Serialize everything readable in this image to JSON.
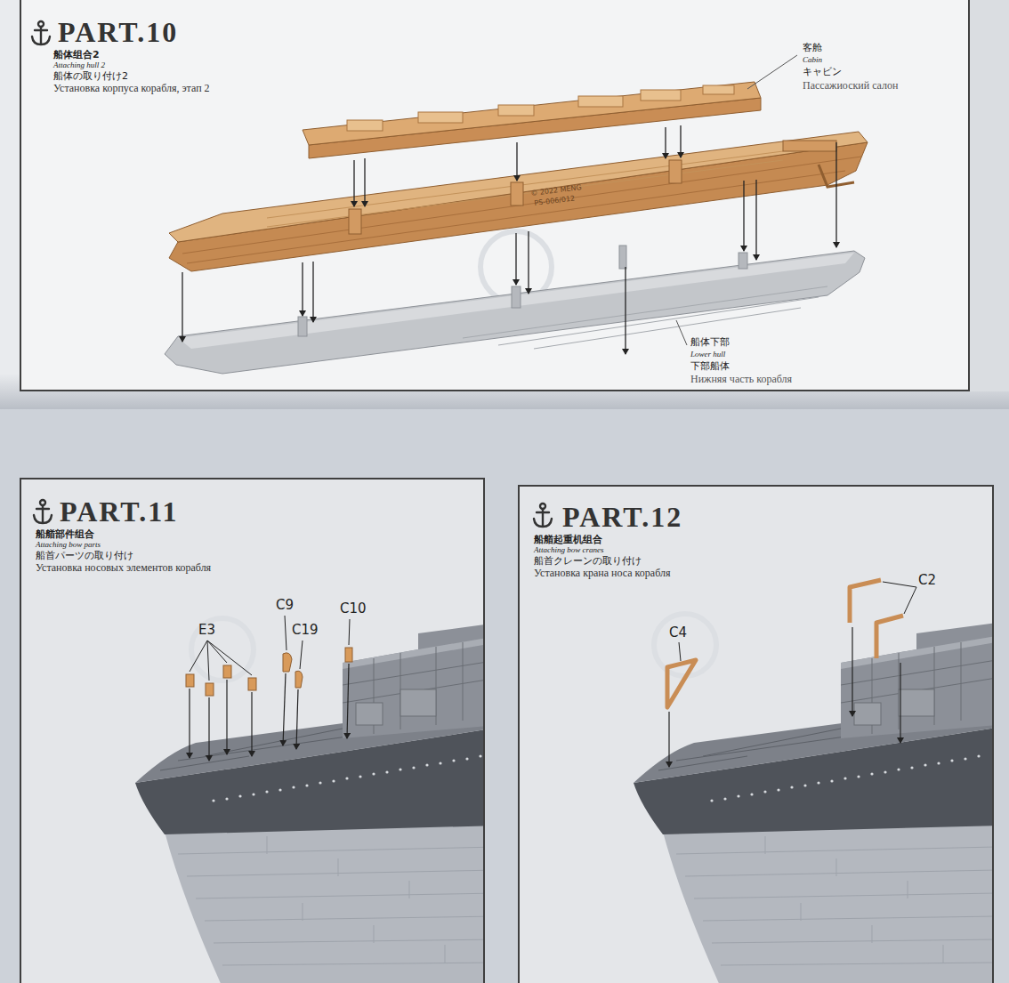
{
  "diagram": {
    "nodes": [
      {
        "text": [
          "PART.10",
          "船体组合2",
          "Attaching hull 2",
          "船体の取り付け2",
          "Установка корпуса корабля, этап 2"
        ]
      },
      {
        "text": [
          "PART.11",
          "船艏部件组合",
          "Attaching bow parts",
          "船首パーツの取り付け",
          "Установка носовых элементов корабля"
        ]
      },
      {
        "text": [
          "PART.12",
          "船艏起重机组合",
          "Attaching bow cranes",
          "船首クレーンの取り付け",
          "Установка крана носа корабля"
        ]
      }
    ],
    "labels": [
      "客舱",
      "Cabin",
      "キャビン",
      "Пассажиоский салон",
      "© 2022 MENG",
      "PS-006/012",
      "船体下部",
      "Lower hull",
      "下部船体",
      "Нижняя часть корабля",
      "E3",
      "C9",
      "C19",
      "C10",
      "C4",
      "C2"
    ]
  }
}
